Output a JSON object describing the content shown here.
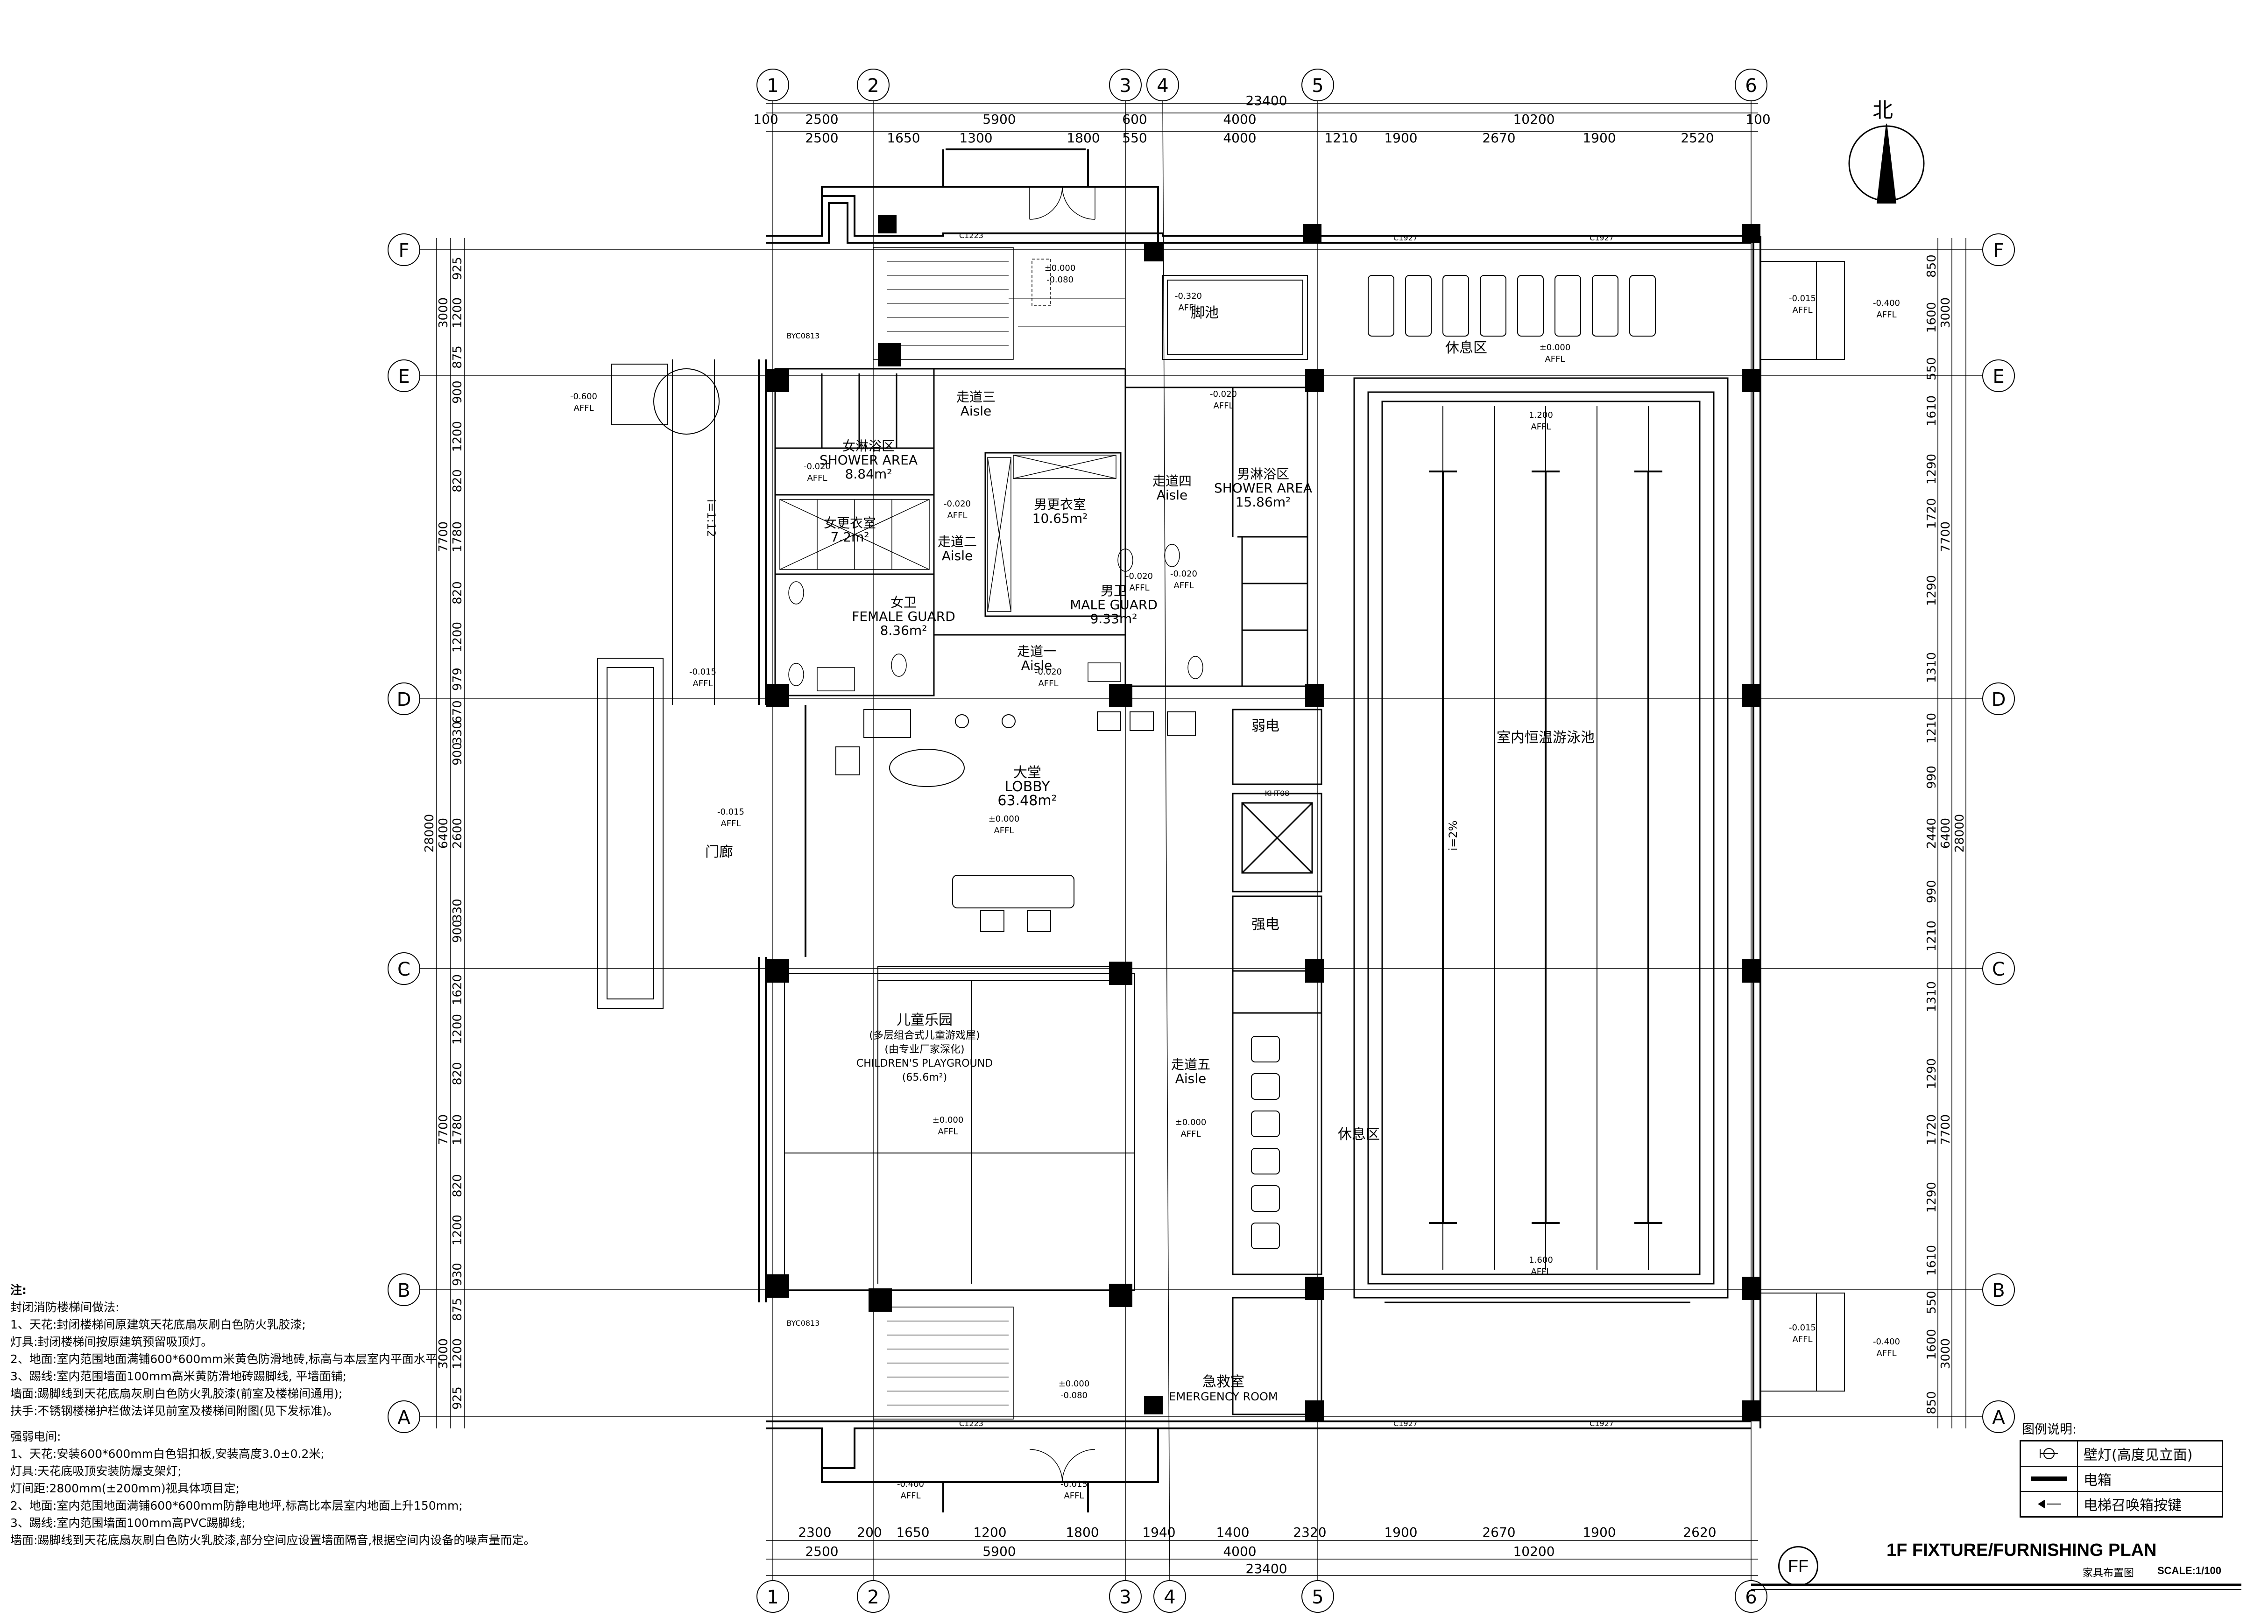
{
  "drawing": {
    "title_en": "1F FIXTURE/FURNISHING PLAN",
    "title_cn": "家具布置图",
    "scale": "SCALE:1/100",
    "tag": "FF",
    "north": "北"
  },
  "grid": {
    "columns": [
      "1",
      "2",
      "3",
      "4",
      "5",
      "6"
    ],
    "rows": [
      "F",
      "E",
      "D",
      "C",
      "B",
      "A"
    ],
    "top_total": "23400",
    "top_row1": [
      "100",
      "2500",
      "5900",
      "600",
      "4000",
      "10200",
      "100"
    ],
    "top_row2": [
      "2500",
      "1650",
      "1300",
      "1800",
      "550",
      "4000",
      "1210",
      "1900",
      "2670",
      "1900",
      "2520"
    ],
    "bottom_row1": [
      "2300",
      "200",
      "1650",
      "1200",
      "1800",
      "1940",
      "1400",
      "2320",
      "1900",
      "2670",
      "1900",
      "2620"
    ],
    "bottom_row2": [
      "2500",
      "5900",
      "4000",
      "10200"
    ],
    "bottom_total": "23400",
    "left_total": "28000",
    "left_row1": [
      "3000",
      "7700",
      "6400",
      "7700",
      "3000"
    ],
    "left_row2": [
      "925",
      "1200",
      "875",
      "900",
      "1200",
      "820",
      "1780",
      "820",
      "1200",
      "979",
      "670",
      "330",
      "900",
      "2600",
      "330",
      "900",
      "1620",
      "1200",
      "820",
      "1780",
      "820",
      "1200",
      "930",
      "875",
      "1200",
      "925"
    ],
    "right_total": "28000",
    "right_row1": [
      "3000",
      "7700",
      "6400",
      "7700",
      "3000"
    ],
    "right_row2": [
      "850",
      "1600",
      "550",
      "1610",
      "1290",
      "1720",
      "1290",
      "1310",
      "1210",
      "990",
      "2440",
      "990",
      "1210",
      "1310",
      "1290",
      "1720",
      "1290",
      "1610",
      "550",
      "1600",
      "850"
    ]
  },
  "rooms": [
    {
      "cn": "女淋浴区",
      "en": "SHOWER AREA",
      "area": "8.84m²"
    },
    {
      "cn": "女更衣室",
      "en": "",
      "area": "7.2m²"
    },
    {
      "cn": "女卫",
      "en": "FEMALE GUARD",
      "area": "8.36m²"
    },
    {
      "cn": "男更衣室",
      "en": "",
      "area": "10.65m²"
    },
    {
      "cn": "男卫",
      "en": "MALE GUARD",
      "area": "9.33m²"
    },
    {
      "cn": "男淋浴区",
      "en": "SHOWER AREA",
      "area": "15.86m²"
    },
    {
      "cn": "大堂",
      "en": "LOBBY",
      "area": "63.48m²"
    },
    {
      "cn": "儿童乐园",
      "en": "CHILDREN'S PLAYGROUND",
      "area": "(65.6m²)"
    },
    {
      "cn": "急救室",
      "en": "EMERGENCY ROOM",
      "area": ""
    }
  ],
  "playground_note": [
    "(多层组合式儿童游戏屋)",
    "(由专业厂家深化)"
  ],
  "aisles": [
    {
      "cn": "走道一",
      "en": "Aisle"
    },
    {
      "cn": "走道二",
      "en": "Aisle"
    },
    {
      "cn": "走道三",
      "en": "Aisle"
    },
    {
      "cn": "走道四",
      "en": "Aisle"
    },
    {
      "cn": "走道五",
      "en": "Aisle"
    }
  ],
  "labels": {
    "rest_top": "休息区",
    "rest_mid": "休息区",
    "foot_pool": "脚池",
    "pool": "室内恒温游泳池",
    "porch": "门廊",
    "weak_elec": "弱电",
    "strong_elec": "强电",
    "slope_ramp": "i=1:12",
    "slope_pool": "i=2%",
    "elevator": "KHT08"
  },
  "levels": {
    "zero": "±0.000",
    "affl": "AFFL",
    "m020": "-0.020",
    "m015": "-0.015",
    "m320": "-0.320",
    "m400": "-0.400",
    "m600": "-0.600",
    "p1200": "1.200",
    "p1600": "1.600",
    "m080": "-0.080"
  },
  "window_tags": [
    "C1927",
    "C1927",
    "C1927",
    "C1927",
    "BYC0813",
    "BYC0813",
    "C1223",
    "C1223"
  ],
  "notes": {
    "heading": "注:",
    "stair_title": "封闭消防楼梯间做法:",
    "stair_lines": [
      "1、天花:封闭楼梯间原建筑天花底扇灰刷白色防火乳胶漆;",
      "    灯具:封闭楼梯间按原建筑预留吸顶灯。",
      "2、地面:室内范围地面满铺600*600mm米黄色防滑地砖,标高与本层室内平面水平;",
      "3、踢线:室内范围墙面100mm高米黄防滑地砖踢脚线,  平墙面铺;",
      "    墙面:踢脚线到天花底扇灰刷白色防火乳胶漆(前室及楼梯间通用);",
      "    扶手:不锈钢楼梯护栏做法详见前室及楼梯间附图(见下发标准)。"
    ],
    "elec_title": "强弱电间:",
    "elec_lines": [
      "1、天花:安装600*600mm白色铝扣板,安装高度3.0±0.2米;",
      "    灯具:天花底吸顶安装防爆支架灯;",
      "    灯间距:2800mm(±200mm)视具体项目定;",
      "2、地面:室内范围地面满铺600*600mm防静电地坪,标高比本层室内地面上升150mm;",
      "3、踢线:室内范围墙面100mm高PVC踢脚线;",
      "    墙面:踢脚线到天花底扇灰刷白色防火乳胶漆,部分空间应设置墙面隔音,根据空间内设备的噪声量而定。"
    ]
  },
  "legend": {
    "title": "图例说明:",
    "items": [
      {
        "icon": "wall-lamp-icon",
        "label": "壁灯(高度见立面)"
      },
      {
        "icon": "electric-box-icon",
        "label": "电箱"
      },
      {
        "icon": "elevator-call-icon",
        "label": "电梯召唤箱按键"
      }
    ]
  }
}
